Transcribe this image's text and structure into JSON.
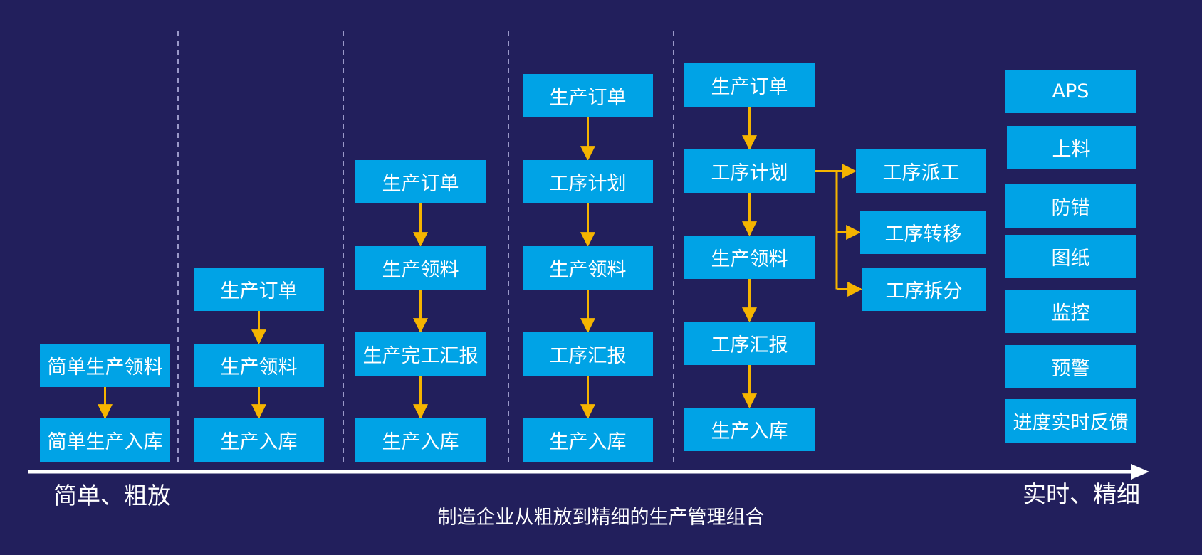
{
  "stages": [
    {
      "boxes": [
        "简单生产领料",
        "简单生产入库"
      ]
    },
    {
      "boxes": [
        "生产订单",
        "生产领料",
        "生产入库"
      ]
    },
    {
      "boxes": [
        "生产订单",
        "生产领料",
        "生产完工汇报",
        "生产入库"
      ]
    },
    {
      "boxes": [
        "生产订单",
        "工序计划",
        "生产领料",
        "工序汇报",
        "生产入库"
      ]
    },
    {
      "boxes": [
        "生产订单",
        "工序计划",
        "生产领料",
        "工序汇报",
        "生产入库"
      ],
      "branch": [
        "工序派工",
        "工序转移",
        "工序拆分"
      ]
    }
  ],
  "features": [
    "APS",
    "上料",
    "防错",
    "图纸",
    "监控",
    "预警",
    "进度实时反馈"
  ],
  "axis": {
    "left_label": "简单、粗放",
    "right_label": "实时、精细"
  },
  "caption": "制造企业从粗放到精细的生产管理组合",
  "colors": {
    "background": "#221f5c",
    "box": "#00a3e6",
    "arrow": "#f5b400",
    "text": "#ffffff",
    "divider": "#9a98c8"
  }
}
